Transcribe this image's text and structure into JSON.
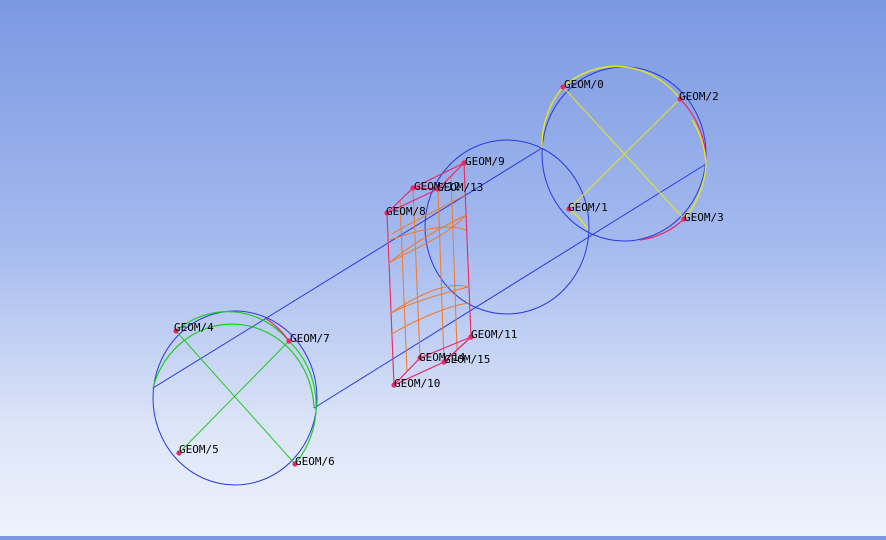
{
  "viewport": {
    "name": "3D geometry viewport"
  },
  "colors": {
    "background_top": "#7b99e2",
    "background_bottom": "#eef2fb",
    "cylinder": "#2a3ae0",
    "inlet_circle": "#22cc22",
    "outlet_circle": "#e6e61a",
    "block_wire": "#f07a2a",
    "block_edge": "#e8286a",
    "point": "#e8286a",
    "curve_segment": "#e8286a"
  },
  "points": [
    {
      "id": "geom-0",
      "label": "GEOM/0"
    },
    {
      "id": "geom-1",
      "label": "GEOM/1"
    },
    {
      "id": "geom-2",
      "label": "GEOM/2"
    },
    {
      "id": "geom-3",
      "label": "GEOM/3"
    },
    {
      "id": "geom-4",
      "label": "GEOM/4"
    },
    {
      "id": "geom-5",
      "label": "GEOM/5"
    },
    {
      "id": "geom-6",
      "label": "GEOM/6"
    },
    {
      "id": "geom-7",
      "label": "GEOM/7"
    },
    {
      "id": "geom-8",
      "label": "GEOM/8"
    },
    {
      "id": "geom-9",
      "label": "GEOM/9"
    },
    {
      "id": "geom-10",
      "label": "GEOM/10"
    },
    {
      "id": "geom-11",
      "label": "GEOM/11"
    },
    {
      "id": "geom-12",
      "label": "GEOM/12"
    },
    {
      "id": "geom-13",
      "label": "GEOM/13"
    },
    {
      "id": "geom-14",
      "label": "GEOM/14"
    },
    {
      "id": "geom-15",
      "label": "GEOM/15"
    }
  ]
}
